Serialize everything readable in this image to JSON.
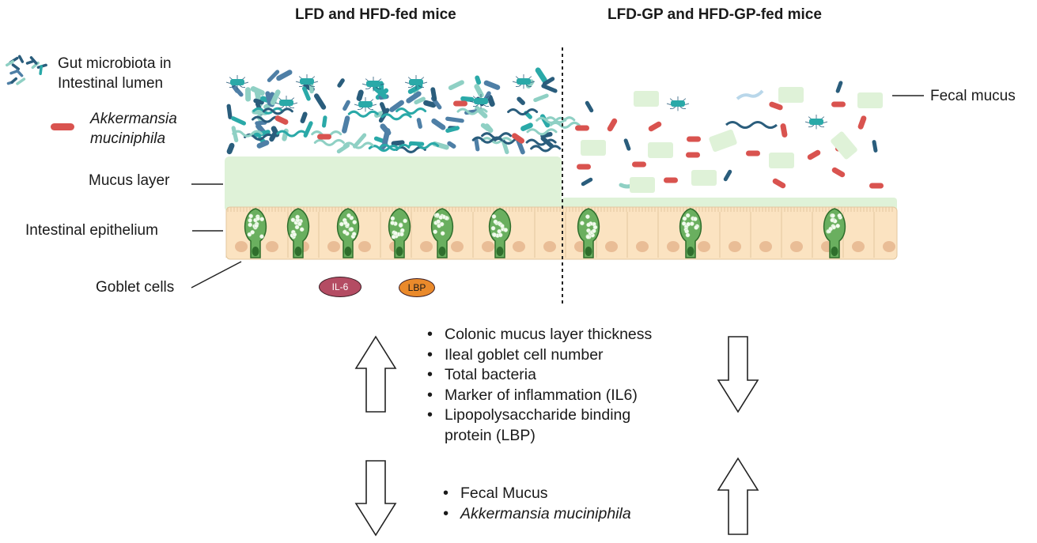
{
  "titles": {
    "left": "LFD and HFD-fed mice",
    "right": "LFD-GP and HFD-GP-fed mice"
  },
  "legend": {
    "microbiota_line1": "Gut microbiota in",
    "microbiota_line2": "Intestinal lumen",
    "akk_line1": "Akkermansia",
    "akk_line2": "muciniphila"
  },
  "labels": {
    "mucus_layer": "Mucus layer",
    "epithelium": "Intestinal epithelium",
    "goblet": "Goblet cells",
    "fecal_mucus": "Fecal mucus"
  },
  "markers": {
    "il6": "IL-6",
    "lbp": "LBP"
  },
  "effects_top": {
    "items": [
      "Colonic mucus layer thickness",
      "Ileal goblet cell number",
      "Total bacteria",
      "Marker of inflammation (IL6)",
      "Lipopolysaccharide binding",
      "protein (LBP)"
    ],
    "left_arrow": "up",
    "right_arrow": "down"
  },
  "effects_bottom": {
    "items": [
      "Fecal Mucus",
      "Akkermansia muciniphila"
    ],
    "left_arrow": "down",
    "right_arrow": "up"
  },
  "colors": {
    "mucus": "#dff2d8",
    "epithelium": "#fbe3c1",
    "nucleus": "#e9bd96",
    "goblet": "#4d9a48",
    "akkermansia": "#d9534f",
    "bacteria_dark": "#2a5d7c",
    "bacteria_teal": "#2aa9a8",
    "bacteria_light": "#8fd0c4",
    "il6": "#b44c63",
    "lbp": "#ea8a2b"
  }
}
